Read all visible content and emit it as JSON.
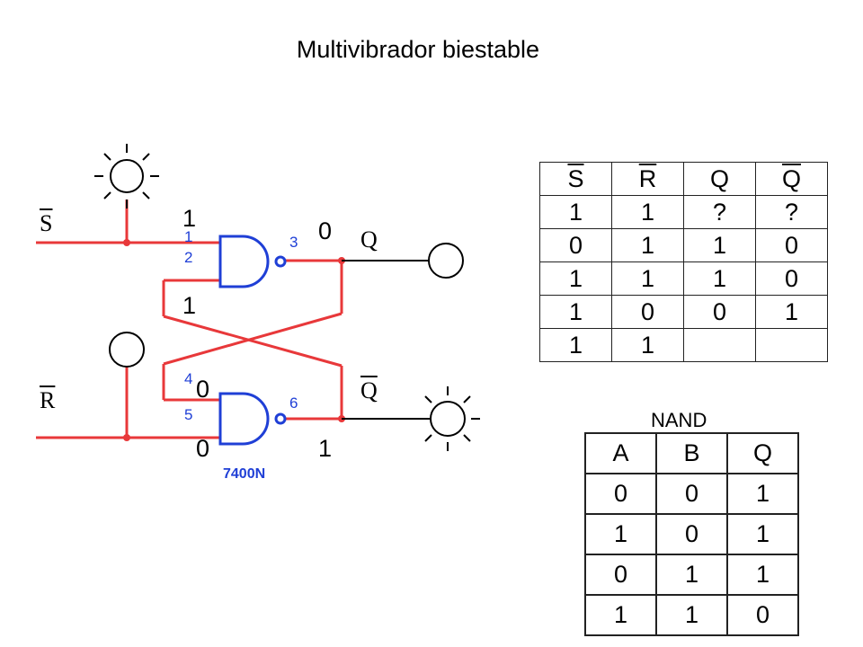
{
  "title": "Multivibrador biestable",
  "colors": {
    "wire": "#e8383a",
    "gate": "#1f3fd6",
    "node": "#e8383a",
    "text": "#000000"
  },
  "icons": {
    "s_lamp": "lamp-on-icon",
    "q_lamp": "lamp-off-icon",
    "r_lamp": "lamp-off-icon",
    "qbar_lamp": "lamp-on-icon"
  },
  "circuit": {
    "inputs": {
      "s": "S",
      "r": "R"
    },
    "outputs": {
      "q": "Q",
      "qbar": "Q"
    },
    "logic_values": {
      "s_in": "1",
      "q_out": "0",
      "feedback_top": "1",
      "feedback_bottom": "0",
      "r_in": "0",
      "qbar_out": "1"
    },
    "pins": {
      "p1": "1",
      "p2": "2",
      "p3": "3",
      "p4": "4",
      "p5": "5",
      "p6": "6"
    },
    "chip": "7400N"
  },
  "sr_table": {
    "headers": [
      "S",
      "R",
      "Q",
      "Q"
    ],
    "rows": [
      [
        "1",
        "1",
        "?",
        "?"
      ],
      [
        "0",
        "1",
        "1",
        "0"
      ],
      [
        "1",
        "1",
        "1",
        "0"
      ],
      [
        "1",
        "0",
        "0",
        "1"
      ],
      [
        "1",
        "1",
        "",
        ""
      ]
    ]
  },
  "nand_table": {
    "label": "NAND",
    "headers": [
      "A",
      "B",
      "Q"
    ],
    "rows": [
      [
        "0",
        "0",
        "1"
      ],
      [
        "1",
        "0",
        "1"
      ],
      [
        "0",
        "1",
        "1"
      ],
      [
        "1",
        "1",
        "0"
      ]
    ]
  }
}
